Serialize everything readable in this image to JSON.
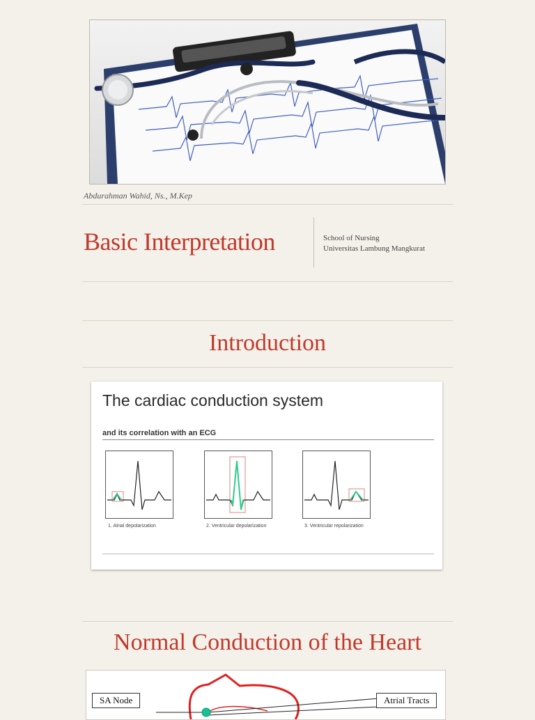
{
  "slide1": {
    "author": "Abdurahman Wahid, Ns., M.Kep",
    "title": "Basic Interpretation",
    "school_line1": "School of Nursing",
    "school_line2": "Universitas Lambung Mangkurat"
  },
  "slide2": {
    "heading": "Introduction",
    "card_title": "The cardiac conduction system",
    "card_subtitle": "and its correlation with an ECG",
    "panels": [
      {
        "caption": "1. Atrial depolarization"
      },
      {
        "caption": "2. Ventricular depolarization"
      },
      {
        "caption": "3. Ventricular repolarization"
      }
    ]
  },
  "slide3": {
    "heading": "Normal Conduction of the Heart",
    "left_label": "SA Node",
    "right_label": "Atrial Tracts"
  },
  "colors": {
    "heading": "#c0392b",
    "background": "#f4f1ea",
    "highlight_wave": "#2ecc8f"
  }
}
